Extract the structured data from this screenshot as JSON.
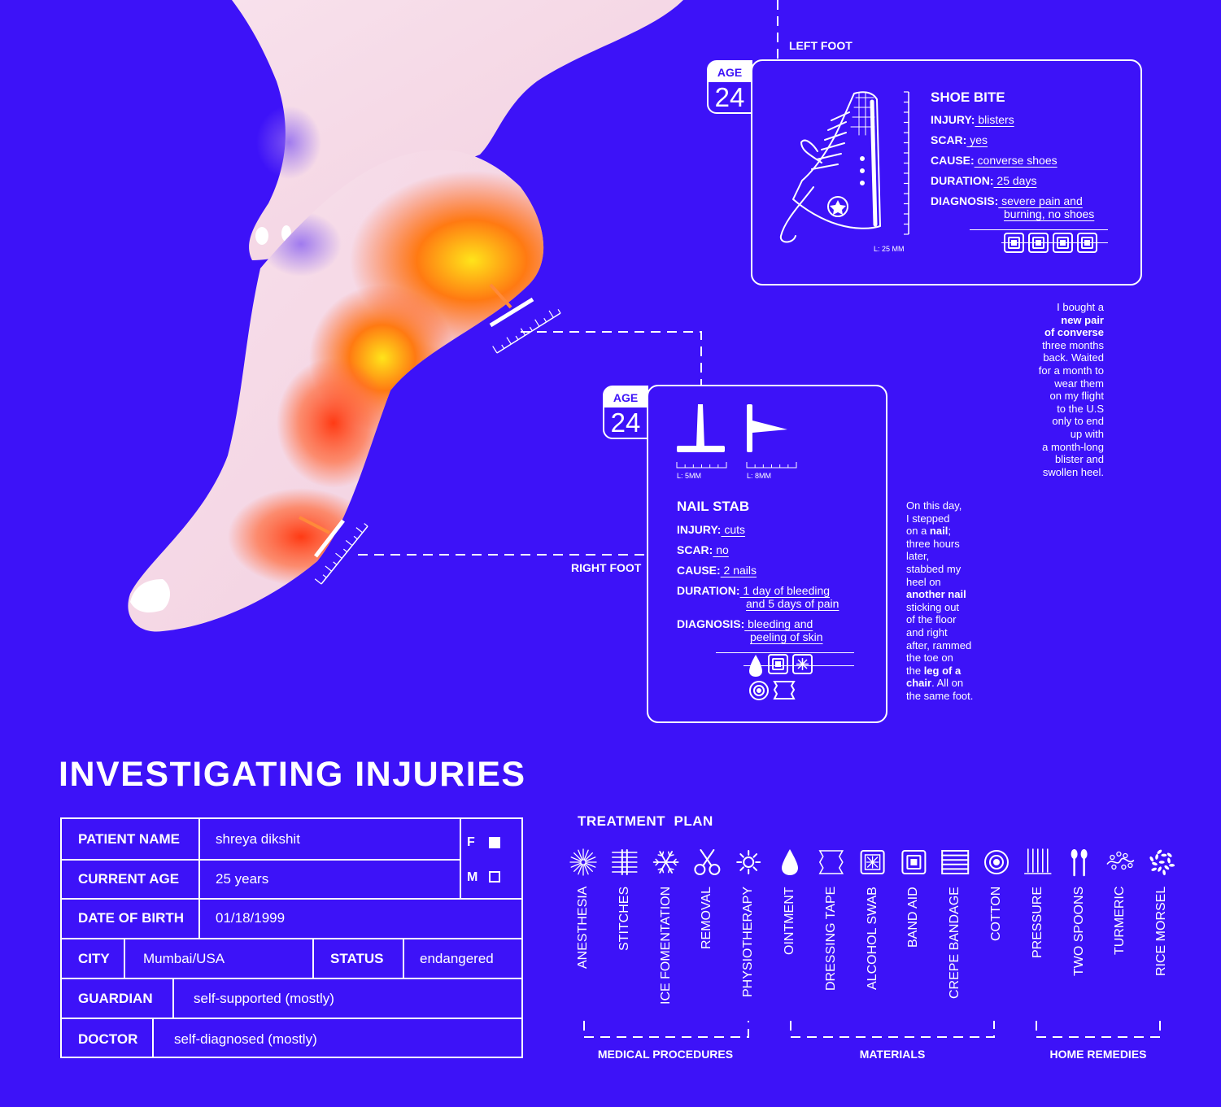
{
  "colors": {
    "background": "#3d12f8",
    "foreground": "#ffffff",
    "skin": "#f4d6e4",
    "hot": "#ff5a1f",
    "warm": "#ffd21f"
  },
  "left_foot": {
    "side_label": "LEFT FOOT",
    "age_label": "AGE",
    "age": "24",
    "title": "SHOE BITE",
    "fields": [
      {
        "key": "INJURY:",
        "value": "blisters"
      },
      {
        "key": "SCAR:",
        "value": "yes"
      },
      {
        "key": "CAUSE:",
        "value": "converse shoes"
      },
      {
        "key": "DURATION:",
        "value": "25 days"
      },
      {
        "key": "DIAGNOSIS:",
        "value": "severe pain and",
        "value2": "burning, no shoes"
      }
    ],
    "length_label": "L: 25 MM",
    "icons": [
      "band-aid-icon",
      "band-aid-icon",
      "band-aid-icon",
      "band-aid-icon"
    ]
  },
  "left_story": {
    "segments": [
      {
        "t": "I bought a",
        "b": false
      },
      {
        "t": "new pair",
        "b": true
      },
      {
        "t": "of converse",
        "b": true
      },
      {
        "t": "three months",
        "b": false
      },
      {
        "t": "back. Waited",
        "b": false
      },
      {
        "t": "for a month to",
        "b": false
      },
      {
        "t": "wear them",
        "b": false
      },
      {
        "t": "on my flight",
        "b": false
      },
      {
        "t": "to the U.S",
        "b": false
      },
      {
        "t": "only to end",
        "b": false
      },
      {
        "t": "up with",
        "b": false
      },
      {
        "t": "a month-long",
        "b": false
      },
      {
        "t": "blister and",
        "b": false
      },
      {
        "t": "swollen heel.",
        "b": false
      }
    ]
  },
  "right_foot": {
    "side_label": "RIGHT FOOT",
    "age_label": "AGE",
    "age": "24",
    "nail1_label": "L: 5MM",
    "nail2_label": "L: 8MM",
    "title": "NAIL STAB",
    "fields": [
      {
        "key": "INJURY:",
        "value": "cuts"
      },
      {
        "key": "SCAR:",
        "value": "no"
      },
      {
        "key": "CAUSE:",
        "value": "2 nails"
      },
      {
        "key": "DURATION:",
        "value": "1 day of bleeding",
        "value2": "and 5 days of pain"
      },
      {
        "key": "DIAGNOSIS:",
        "value": "bleeding and",
        "value2": "peeling of skin"
      }
    ]
  },
  "right_story": {
    "lines": [
      [
        {
          "t": "On this day,",
          "b": false
        }
      ],
      [
        {
          "t": "I stepped",
          "b": false
        }
      ],
      [
        {
          "t": "on a ",
          "b": false
        },
        {
          "t": "nail",
          "b": true
        },
        {
          "t": ";",
          "b": false
        }
      ],
      [
        {
          "t": "three hours",
          "b": false
        }
      ],
      [
        {
          "t": "later,",
          "b": false
        }
      ],
      [
        {
          "t": "stabbed my",
          "b": false
        }
      ],
      [
        {
          "t": "heel on",
          "b": false
        }
      ],
      [
        {
          "t": "another nail",
          "b": true
        }
      ],
      [
        {
          "t": "sticking out",
          "b": false
        }
      ],
      [
        {
          "t": "of the floor",
          "b": false
        }
      ],
      [
        {
          "t": "and right",
          "b": false
        }
      ],
      [
        {
          "t": "after, rammed",
          "b": false
        }
      ],
      [
        {
          "t": "the toe on",
          "b": false
        }
      ],
      [
        {
          "t": "the ",
          "b": false
        },
        {
          "t": "leg of a",
          "b": true
        }
      ],
      [
        {
          "t": "chair",
          "b": true
        },
        {
          "t": ". All on",
          "b": false
        }
      ],
      [
        {
          "t": "the same foot.",
          "b": false
        }
      ]
    ]
  },
  "title": "INVESTIGATING INJURIES",
  "patient": {
    "name_label": "PATIENT NAME",
    "name": "shreya dikshit",
    "age_label": "CURRENT AGE",
    "age": "25 years",
    "dob_label": "DATE OF BIRTH",
    "dob": "01/18/1999",
    "city_label": "CITY",
    "city": "Mumbai/USA",
    "status_label": "STATUS",
    "status": "endangered",
    "guardian_label": "GUARDIAN",
    "guardian": "self-supported (mostly)",
    "doctor_label": "DOCTOR",
    "doctor": "self-diagnosed (mostly)",
    "sex_f": "F",
    "sex_m": "M",
    "sex_selected": "F"
  },
  "treatment": {
    "title": "TREATMENT  PLAN",
    "items": [
      {
        "label": "ANESTHESIA",
        "icon": "starburst-icon"
      },
      {
        "label": "STITCHES",
        "icon": "stitches-icon"
      },
      {
        "label": "ICE FOMENTATION",
        "icon": "snowflake-icon"
      },
      {
        "label": "REMOVAL",
        "icon": "scissors-icon"
      },
      {
        "label": "PHYSIOTHERAPY",
        "icon": "sun-icon"
      },
      {
        "label": "OINTMENT",
        "icon": "drop-icon"
      },
      {
        "label": "DRESSING TAPE",
        "icon": "tape-icon"
      },
      {
        "label": "ALCOHOL SWAB",
        "icon": "swab-icon"
      },
      {
        "label": "BAND AID",
        "icon": "band-aid-icon"
      },
      {
        "label": "CREPE BANDAGE",
        "icon": "bandage-icon"
      },
      {
        "label": "COTTON",
        "icon": "cotton-icon"
      },
      {
        "label": "PRESSURE",
        "icon": "pressure-icon"
      },
      {
        "label": "TWO SPOONS",
        "icon": "spoons-icon"
      },
      {
        "label": "TURMERIC",
        "icon": "turmeric-icon"
      },
      {
        "label": "RICE MORSEL",
        "icon": "rice-icon"
      }
    ],
    "groups": [
      {
        "label": "MEDICAL PROCEDURES"
      },
      {
        "label": "MATERIALS"
      },
      {
        "label": "HOME REMEDIES"
      }
    ]
  }
}
